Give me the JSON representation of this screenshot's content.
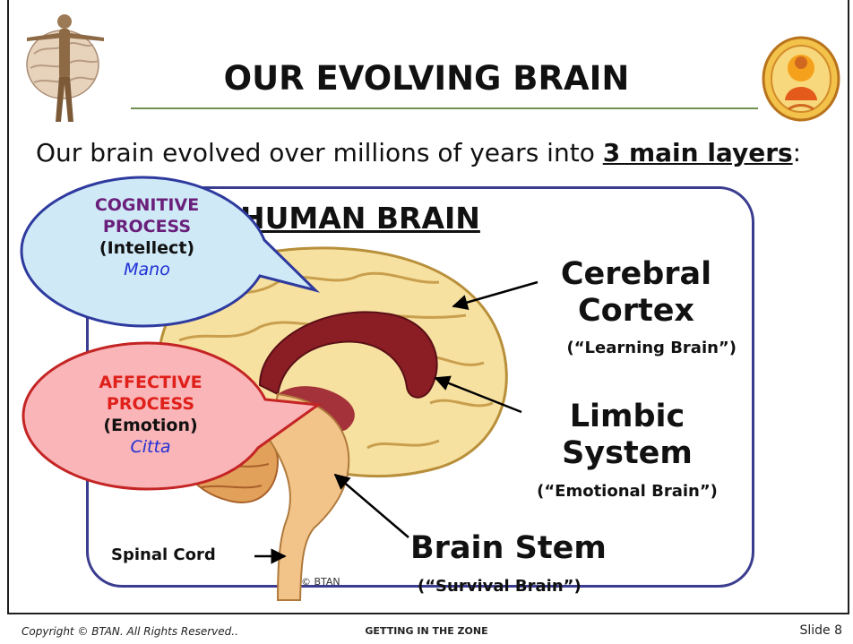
{
  "slide": {
    "title": "OUR EVOLVING BRAIN",
    "intro": {
      "text": "Our brain evolved over millions of years into ",
      "emphasis": "3 main layers",
      "trailing": ":"
    },
    "diagram_heading": "HUMAN BRAIN",
    "labels": {
      "cortex_line1": "Cerebral",
      "cortex_line2": "Cortex",
      "cortex_sub": "(“Learning Brain”)",
      "limbic_line1": "Limbic",
      "limbic_line2": "System",
      "limbic_sub": "(“Emotional Brain”)",
      "stem": "Brain Stem",
      "stem_sub": "(“Survival Brain”)",
      "spinal": "Spinal Cord",
      "watermark": "© BTAN"
    },
    "bubbles": {
      "cognitive": {
        "line1": "COGNITIVE",
        "line2": "PROCESS",
        "line3": "(Intellect)",
        "line4": "Mano"
      },
      "affective": {
        "line1": "AFFECTIVE",
        "line2": "PROCESS",
        "line3": "(Emotion)",
        "line4": "Citta"
      }
    },
    "colors": {
      "border": "#1f1f1f",
      "panel_border": "#3a3c8f",
      "title_rule": "#6e9150",
      "cognitive_fill": "#cfe9f7",
      "cognitive_heading": "#6a1f7a",
      "affective_fill": "#f9b5b8",
      "affective_heading": "#e0201a",
      "pali": "#1f2fd6",
      "cortex": "#f7e1a0",
      "limbic": "#8b1d25",
      "cerebellum": "#e2a15a"
    },
    "icons": [
      "vitruvian-brain-icon",
      "buddha-medallion-icon"
    ]
  },
  "footer": {
    "copyright": "Copyright © BTAN. All Rights Reserved..",
    "center": "GETTING IN THE ZONE",
    "slide_number": "Slide 8"
  }
}
